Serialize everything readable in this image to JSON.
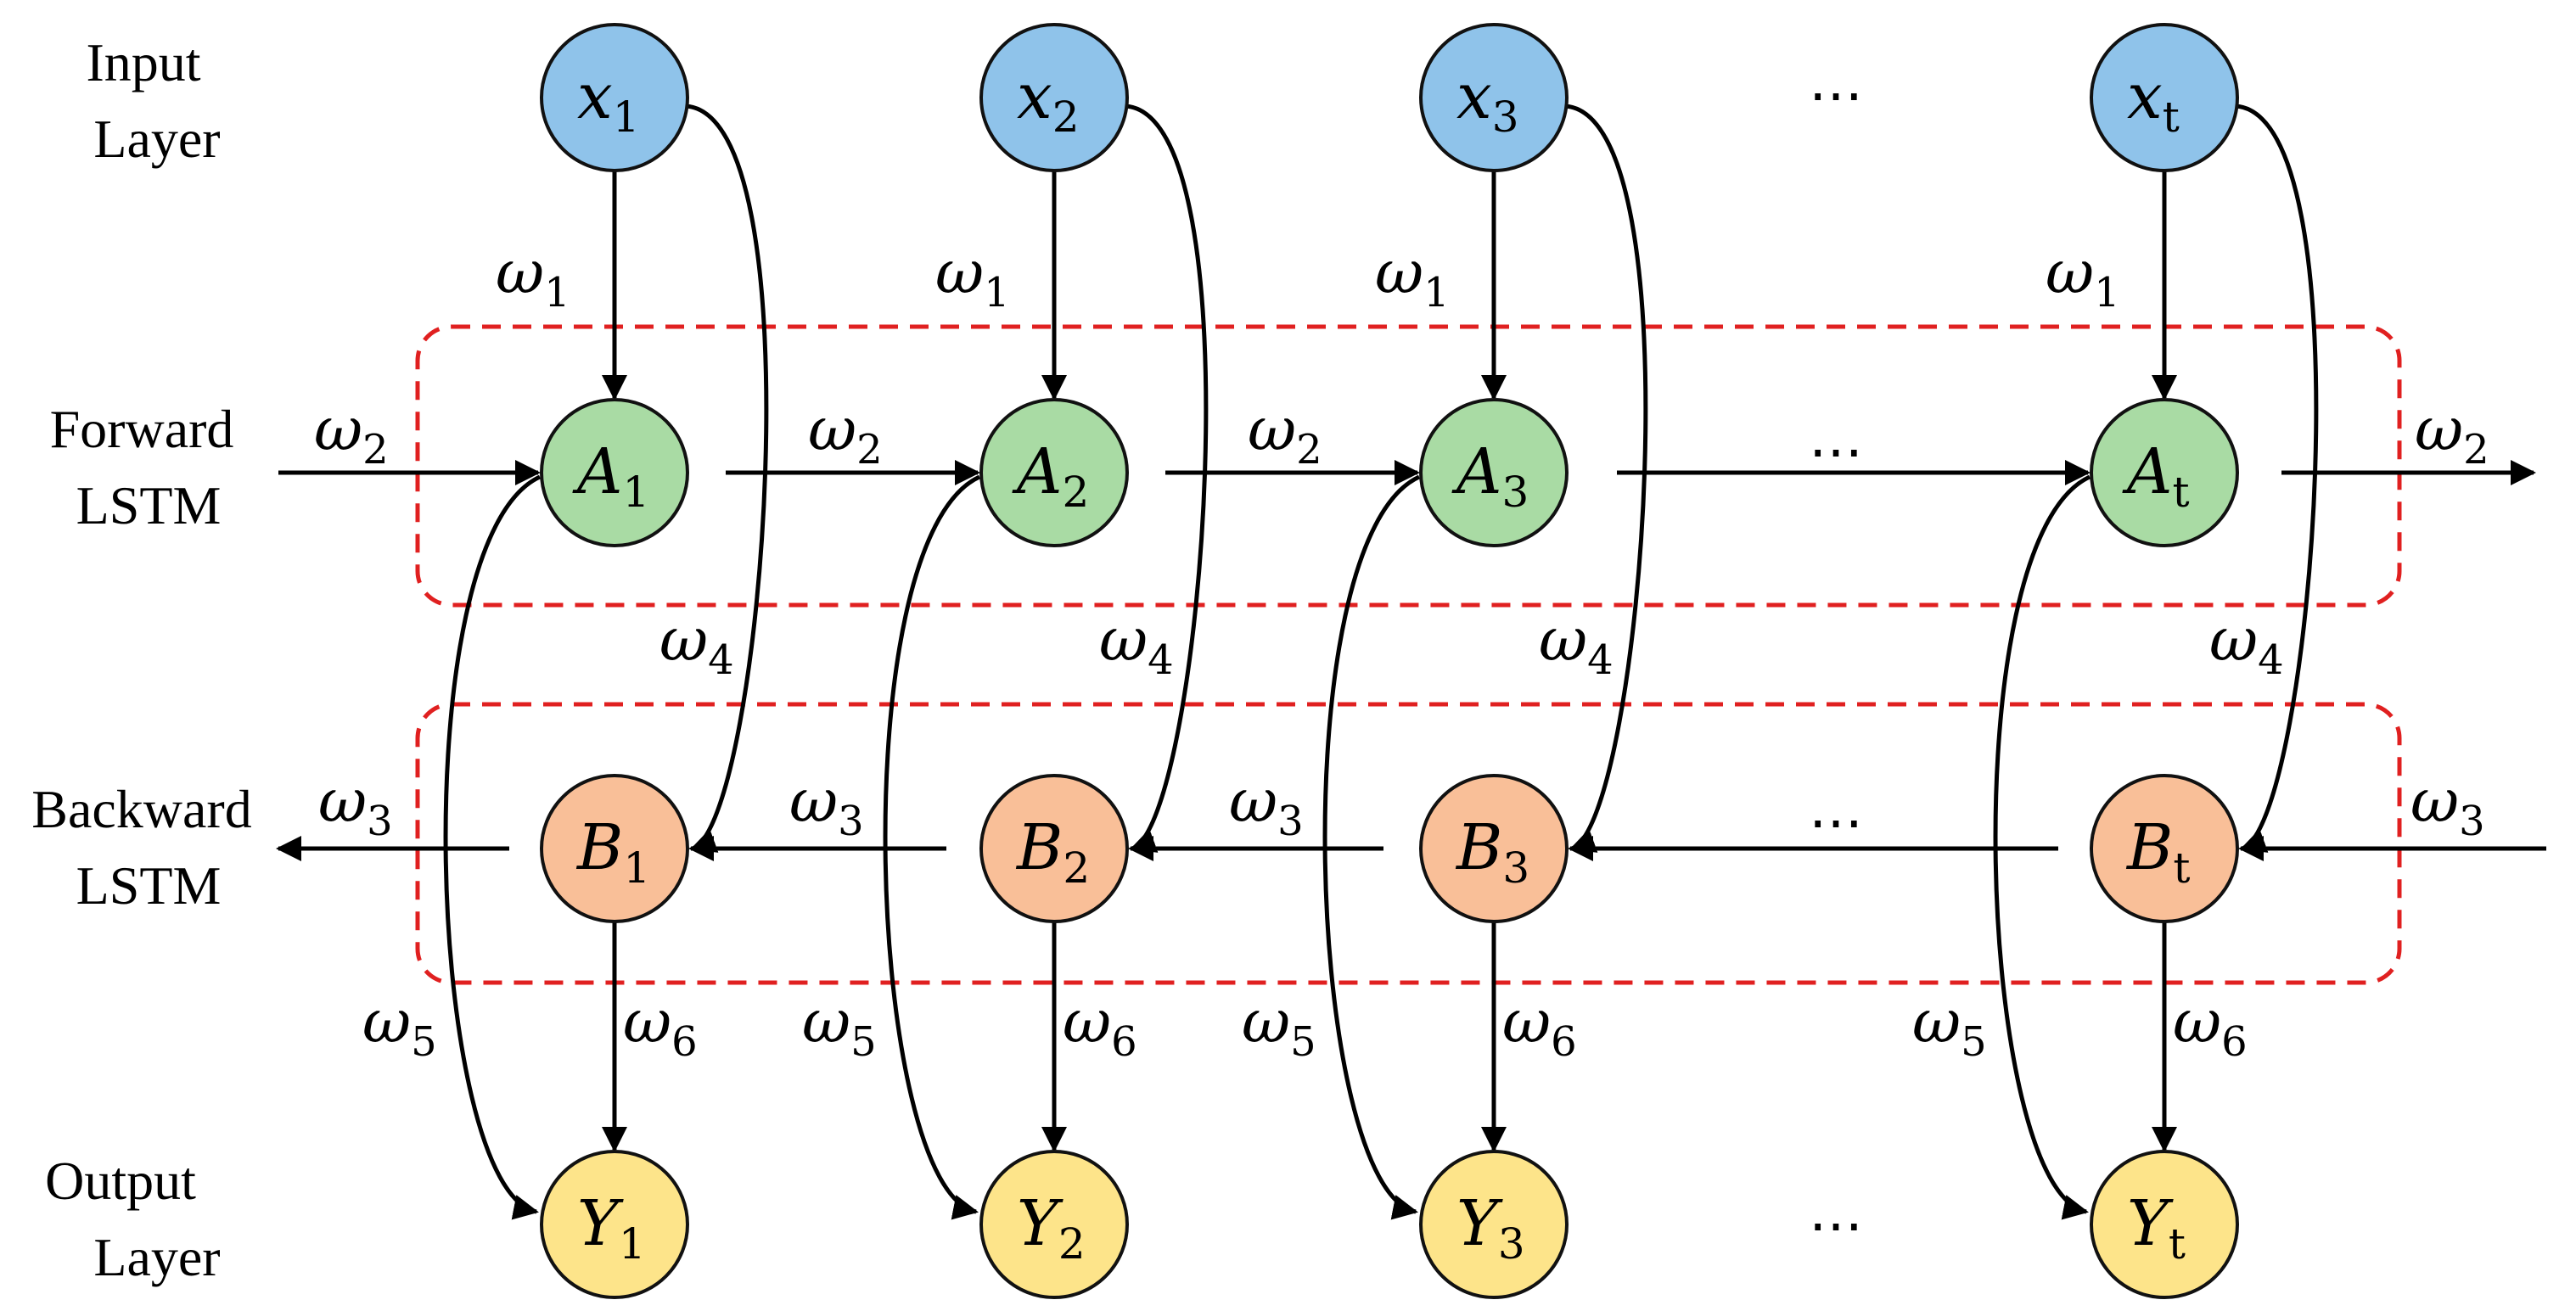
{
  "row_labels": {
    "input": [
      "Input",
      "Layer"
    ],
    "forward": [
      "Forward",
      "LSTM"
    ],
    "backward": [
      "Backward",
      "LSTM"
    ],
    "output": [
      "Output",
      "Layer"
    ]
  },
  "columns": [
    {
      "x": {
        "base": "x",
        "sub": "1"
      },
      "a": {
        "base": "A",
        "sub": "1"
      },
      "b": {
        "base": "B",
        "sub": "1"
      },
      "y": {
        "base": "Y",
        "sub": "1"
      }
    },
    {
      "x": {
        "base": "x",
        "sub": "2"
      },
      "a": {
        "base": "A",
        "sub": "2"
      },
      "b": {
        "base": "B",
        "sub": "2"
      },
      "y": {
        "base": "Y",
        "sub": "2"
      }
    },
    {
      "x": {
        "base": "x",
        "sub": "3"
      },
      "a": {
        "base": "A",
        "sub": "3"
      },
      "b": {
        "base": "B",
        "sub": "3"
      },
      "y": {
        "base": "Y",
        "sub": "3"
      }
    },
    {
      "x": {
        "base": "x",
        "sub": "t"
      },
      "a": {
        "base": "A",
        "sub": "t"
      },
      "b": {
        "base": "B",
        "sub": "t"
      },
      "y": {
        "base": "Y",
        "sub": "t"
      }
    }
  ],
  "weights": {
    "w1": {
      "base": "ω",
      "sub": "1"
    },
    "w2": {
      "base": "ω",
      "sub": "2"
    },
    "w3": {
      "base": "ω",
      "sub": "3"
    },
    "w4": {
      "base": "ω",
      "sub": "4"
    },
    "w5": {
      "base": "ω",
      "sub": "5"
    },
    "w6": {
      "base": "ω",
      "sub": "6"
    }
  },
  "ellipsis": "…",
  "colors": {
    "input": "#8fc3ea",
    "forward": "#a9dba4",
    "backward": "#f9bf98",
    "output": "#fde48a",
    "group_box": "#e02020"
  }
}
